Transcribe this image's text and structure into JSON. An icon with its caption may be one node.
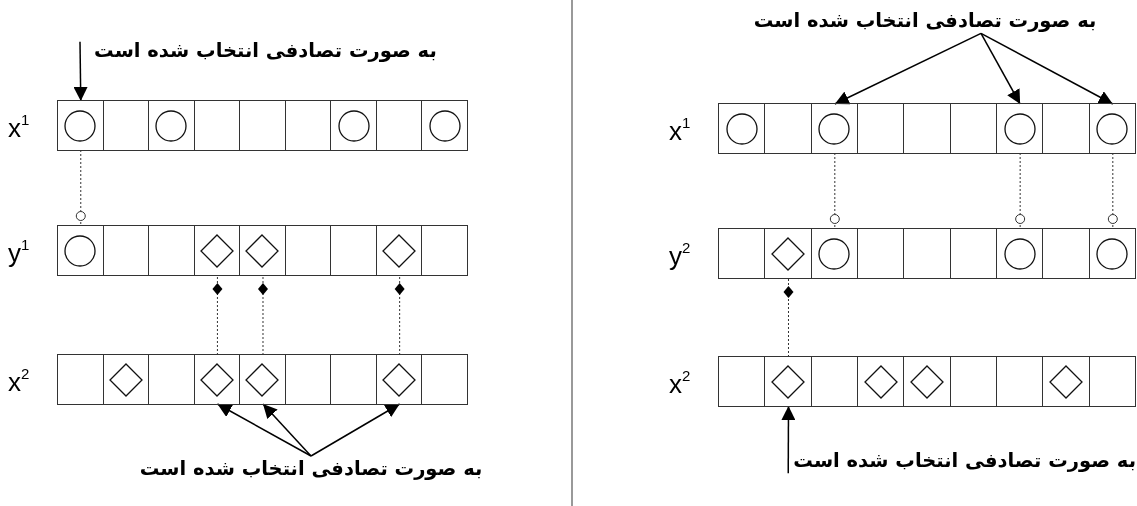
{
  "diagram": {
    "nodes": [
      {
        "text": [
          "به صورت تصادفی انتخاب شده است"
        ]
      },
      {
        "text": [
          "x$^{1}$"
        ]
      },
      {
        "text": [],
        "shape": "box",
        "in": 1
      },
      {
        "text": [],
        "shape": "box",
        "in": 1
      },
      {
        "text": [],
        "shape": "box",
        "in": 1
      },
      {
        "text": [],
        "shape": "box",
        "in": 1
      },
      {
        "text": [],
        "shape": "box",
        "in": 1
      },
      {
        "text": [],
        "shape": "box",
        "in": 1
      },
      {
        "text": [],
        "shape": "box",
        "in": 1
      },
      {
        "text": [],
        "shape": "box",
        "in": 1
      },
      {
        "text": [],
        "shape": "box",
        "in": 1
      },
      {
        "text": [
          "y$^{1}$"
        ]
      },
      {
        "text": [],
        "shape": "box",
        "in": 11
      },
      {
        "text": [],
        "shape": "box",
        "in": 11
      },
      {
        "text": [],
        "shape": "box",
        "in": 11
      },
      {
        "text": [],
        "shape": "box",
        "in": 11
      },
      {
        "text": [],
        "shape": "box",
        "in": 11
      },
      {
        "text": [],
        "shape": "box",
        "in": 11
      },
      {
        "text": [],
        "shape": "box",
        "in": 11
      },
      {
        "text": [],
        "shape": "box",
        "in": 11
      },
      {
        "text": [],
        "shape": "box",
        "in": 11
      },
      {
        "text": [
          "x$^{2}$"
        ]
      },
      {
        "text": [],
        "shape": "box",
        "in": 21
      },
      {
        "text": [],
        "shape": "box",
        "in": 21
      },
      {
        "text": [],
        "shape": "box",
        "in": 21
      },
      {
        "text": [],
        "shape": "box",
        "in": 21
      },
      {
        "text": [],
        "shape": "box",
        "in": 21
      },
      {
        "text": [],
        "shape": "box",
        "in": 21
      },
      {
        "text": [],
        "shape": "box",
        "in": 21
      },
      {
        "text": [],
        "shape": "box",
        "in": 21
      },
      {
        "text": [],
        "shape": "box",
        "in": 21
      },
      {
        "text": [
          "به صورت تصادفی انتخاب شده است"
        ]
      },
      {
        "text": [],
        "shape": "circle",
        "in": 2
      },
      {
        "text": [],
        "shape": "circle",
        "in": 4
      },
      {
        "text": [],
        "shape": "circle",
        "in": 8
      },
      {
        "text": [],
        "shape": "circle",
        "in": 10
      },
      {
        "text": [],
        "shape": "circle",
        "in": 12
      },
      {
        "text": [],
        "shape": "diamond",
        "in": 15
      },
      {
        "text": [],
        "shape": "diamond",
        "in": 16
      },
      {
        "text": [],
        "shape": "diamond",
        "in": 19
      },
      {
        "text": [],
        "shape": "diamond",
        "in": 23
      },
      {
        "text": [],
        "shape": "diamond",
        "in": 25
      },
      {
        "text": [],
        "shape": "diamond",
        "in": 26
      },
      {
        "text": [],
        "shape": "diamond",
        "in": 29
      },
      {
        "text": [
          "به صورت تصادفی انتخاب شده است"
        ]
      },
      {
        "text": [
          "x$^{1}$"
        ]
      },
      {
        "text": [],
        "shape": "box",
        "in": 45
      },
      {
        "text": [],
        "shape": "box",
        "in": 45
      },
      {
        "text": [],
        "shape": "box",
        "in": 45
      },
      {
        "text": [],
        "shape": "box",
        "in": 45
      },
      {
        "text": [],
        "shape": "box",
        "in": 45
      },
      {
        "text": [],
        "shape": "box",
        "in": 45
      },
      {
        "text": [],
        "shape": "box",
        "in": 45
      },
      {
        "text": [],
        "shape": "box",
        "in": 45
      },
      {
        "text": [],
        "shape": "box",
        "in": 45
      },
      {
        "text": [
          "y$^{2}$"
        ]
      },
      {
        "text": [],
        "shape": "box",
        "in": 55
      },
      {
        "text": [],
        "shape": "box",
        "in": 55
      },
      {
        "text": [],
        "shape": "box",
        "in": 55
      },
      {
        "text": [],
        "shape": "box",
        "in": 55
      },
      {
        "text": [],
        "shape": "box",
        "in": 55
      },
      {
        "text": [],
        "shape": "box",
        "in": 55
      },
      {
        "text": [],
        "shape": "box",
        "in": 55
      },
      {
        "text": [],
        "shape": "box",
        "in": 55
      },
      {
        "text": [],
        "shape": "box",
        "in": 55
      },
      {
        "text": [
          "x$^{2}$"
        ]
      },
      {
        "text": [],
        "shape": "box",
        "in": 65
      },
      {
        "text": [],
        "shape": "box",
        "in": 65
      },
      {
        "text": [],
        "shape": "box",
        "in": 65
      },
      {
        "text": [],
        "shape": "box",
        "in": 65
      },
      {
        "text": [],
        "shape": "box",
        "in": 65
      },
      {
        "text": [],
        "shape": "box",
        "in": 65
      },
      {
        "text": [],
        "shape": "box",
        "in": 65
      },
      {
        "text": [],
        "shape": "box",
        "in": 65
      },
      {
        "text": [],
        "shape": "box",
        "in": 65
      },
      {
        "text": [
          "به صورت تصادفی انتخاب شده است"
        ]
      },
      {
        "text": [],
        "shape": "circle",
        "in": 46
      },
      {
        "text": [],
        "shape": "circle",
        "in": 48
      },
      {
        "text": [],
        "shape": "circle",
        "in": 52
      },
      {
        "text": [],
        "shape": "circle",
        "in": 54
      },
      {
        "text": [],
        "shape": "diamond",
        "in": 57
      },
      {
        "text": [],
        "shape": "circle",
        "in": 58
      },
      {
        "text": [],
        "shape": "circle",
        "in": 62
      },
      {
        "text": [],
        "shape": "circle",
        "in": 64
      },
      {
        "text": [],
        "shape": "diamond",
        "in": 67
      },
      {
        "text": [],
        "shape": "diamond",
        "in": 69
      },
      {
        "text": [],
        "shape": "diamond",
        "in": 70
      },
      {
        "text": [],
        "shape": "diamond",
        "in": 73
      }
    ],
    "edges": [
      {
        "from": 0,
        "to": 2,
        "arrow": "to"
      },
      {
        "from": 31,
        "to": 25,
        "arrow": "to"
      },
      {
        "from": 31,
        "to": 26,
        "arrow": "to"
      },
      {
        "from": 31,
        "to": 29,
        "arrow": "to"
      },
      {
        "from": 2,
        "to": 12,
        "arrow": "other",
        "style": "dashed"
      },
      {
        "from": 25,
        "to": 15,
        "arrow": "other",
        "style": "dashed"
      },
      {
        "from": 26,
        "to": 16,
        "arrow": "other",
        "style": "dashed"
      },
      {
        "from": 29,
        "to": 19,
        "arrow": "other",
        "style": "dashed"
      },
      {
        "from": 44,
        "to": 48,
        "arrow": "to"
      },
      {
        "from": 44,
        "to": 52,
        "arrow": "to"
      },
      {
        "from": 44,
        "to": 54,
        "arrow": "to"
      },
      {
        "from": 75,
        "to": 67,
        "arrow": "to"
      },
      {
        "from": 48,
        "to": 58,
        "arrow": "other",
        "style": "dashed"
      },
      {
        "from": 52,
        "to": 62,
        "arrow": "other",
        "style": "dashed"
      },
      {
        "from": 54,
        "to": 64,
        "arrow": "other",
        "style": "dashed"
      },
      {
        "from": 67,
        "to": 57,
        "arrow": "other",
        "style": "dashed"
      }
    ]
  }
}
